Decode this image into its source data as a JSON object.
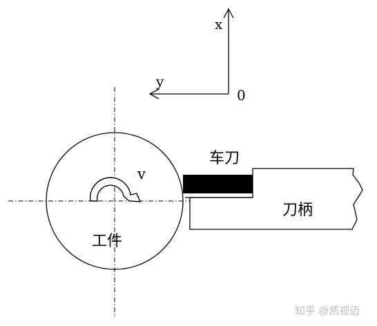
{
  "axes": {
    "x_label": "x",
    "y_label": "y",
    "origin_label": "0"
  },
  "workpiece": {
    "label": "工件",
    "velocity_label": "v"
  },
  "tool": {
    "cutter_label": "车刀",
    "shank_label": "刀柄"
  },
  "watermark": {
    "text": "知乎 @凯视迈"
  },
  "colors": {
    "line": "#000000",
    "tool_tip": "#000000",
    "background": "#ffffff"
  }
}
